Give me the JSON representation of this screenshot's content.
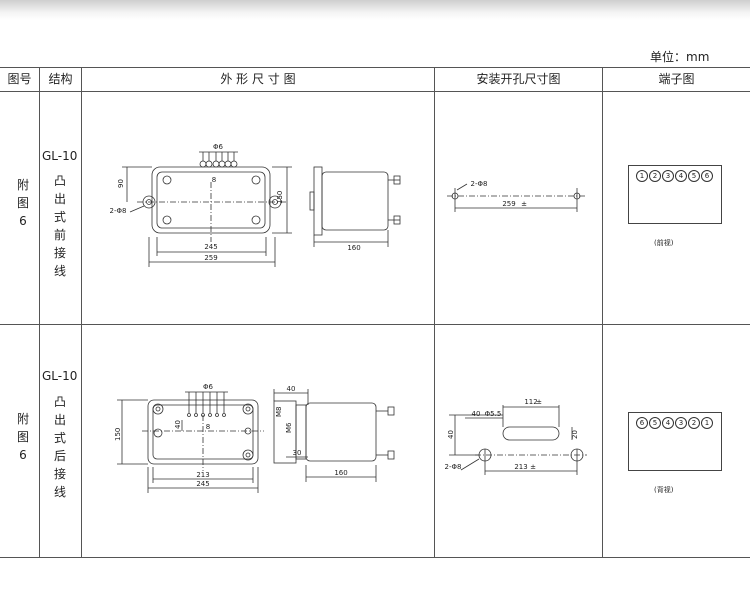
{
  "unit_label": "单位：mm",
  "headers": {
    "fig_no": "图号",
    "structure": "结构",
    "outline": "外 形 尺 寸 图",
    "mounting": "安装开孔尺寸图",
    "terminal": "端子图"
  },
  "rows": [
    {
      "fig_no": "附图6",
      "model": "GL-10",
      "structure": "凸出式前接线",
      "outline_dims": {
        "w_outer": "259",
        "w_inner": "245",
        "h": "150",
        "h_half": "90",
        "depth": "160",
        "hole": "2-Φ8",
        "pitch": "8",
        "term_d": "Φ6"
      },
      "mount_dims": {
        "hole": "2-Φ8",
        "span": "259",
        "tol": "±"
      },
      "terminals": [
        "1",
        "2",
        "3",
        "4",
        "5",
        "6"
      ],
      "view_label": "(前视)"
    },
    {
      "fig_no": "附图6",
      "model": "GL-10",
      "structure": "凸出式后接线",
      "outline_dims": {
        "w_outer": "245",
        "w_inner": "213",
        "h": "150",
        "h_half": "40",
        "depth": "160",
        "side_w": "40",
        "side_off": "30",
        "pitch": "8",
        "term_d": "Φ6",
        "d1": "M8",
        "d2": "M6"
      },
      "mount_dims": {
        "hole": "2-Φ8",
        "span": "213",
        "slot": "112",
        "off": "40",
        "off2": "40",
        "r": "Φ5.5",
        "h": "20",
        "tol": "±"
      },
      "terminals": [
        "6",
        "5",
        "4",
        "3",
        "2",
        "1"
      ],
      "view_label": "(背视)"
    }
  ]
}
